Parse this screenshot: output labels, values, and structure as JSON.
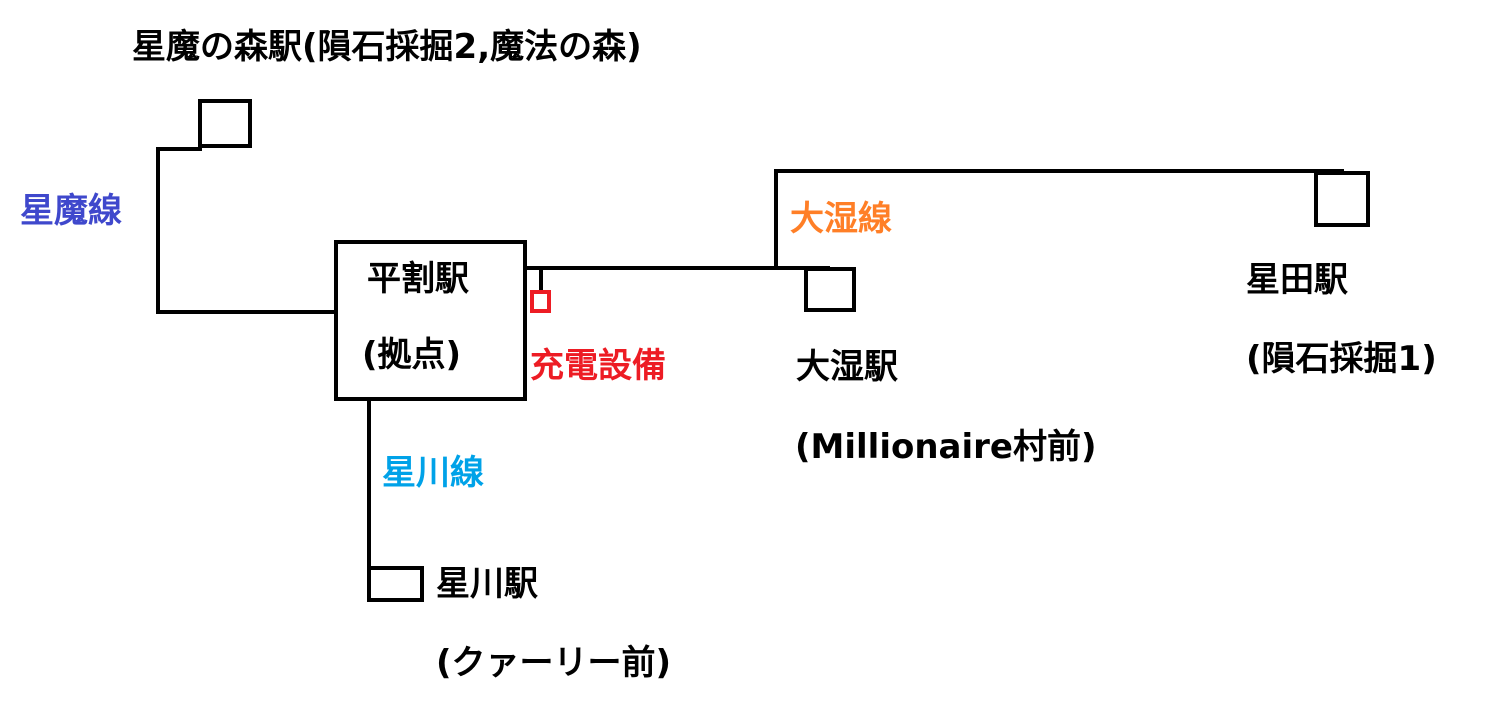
{
  "colors": {
    "line": "#000000",
    "text": "#000000",
    "seima_line": "#3f48cc",
    "ooshitsu_line": "#ff7f27",
    "hoshikawa_line": "#00a2e8",
    "charging": "#ed1c24",
    "background": "#ffffff"
  },
  "stations": {
    "seima_forest": {
      "name": "星魔の森駅(隕石採掘2,魔法の森)"
    },
    "hirawari": {
      "name": "平割駅",
      "note": "(拠点)"
    },
    "ooshitsu": {
      "name": "大湿駅",
      "note": "(Millionaire村前)"
    },
    "hoshida": {
      "name": "星田駅",
      "note": "(隕石採掘1)"
    },
    "hoshikawa": {
      "name": "星川駅",
      "note": "(クァーリー前)"
    }
  },
  "lines": {
    "seima": {
      "name": "星魔線"
    },
    "ooshitsu": {
      "name": "大湿線"
    },
    "hoshikawa": {
      "name": "星川線"
    }
  },
  "facilities": {
    "charging": {
      "name": "充電設備"
    }
  }
}
